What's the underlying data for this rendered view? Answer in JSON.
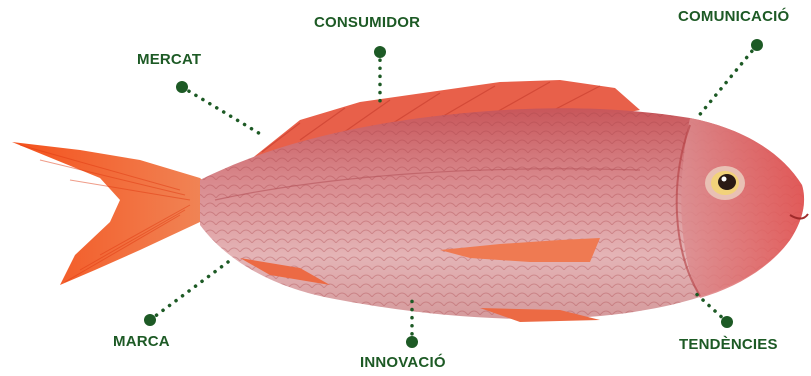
{
  "labels": {
    "mercat": "MERCAT",
    "consumidor": "CONSUMIDOR",
    "comunicacio": "COMUNICACIÓ",
    "marca": "MARCA",
    "innovacio": "INNOVACIÓ",
    "tendencies": "TENDÈNCIES"
  },
  "colors": {
    "label_green": "#1d5a25",
    "fish_body": "#d9828a",
    "fish_belly": "#eac6c8",
    "fin_orange": "#f0582a",
    "eye": "#f2d27a"
  },
  "icon": "red-snapper-fish-photo"
}
